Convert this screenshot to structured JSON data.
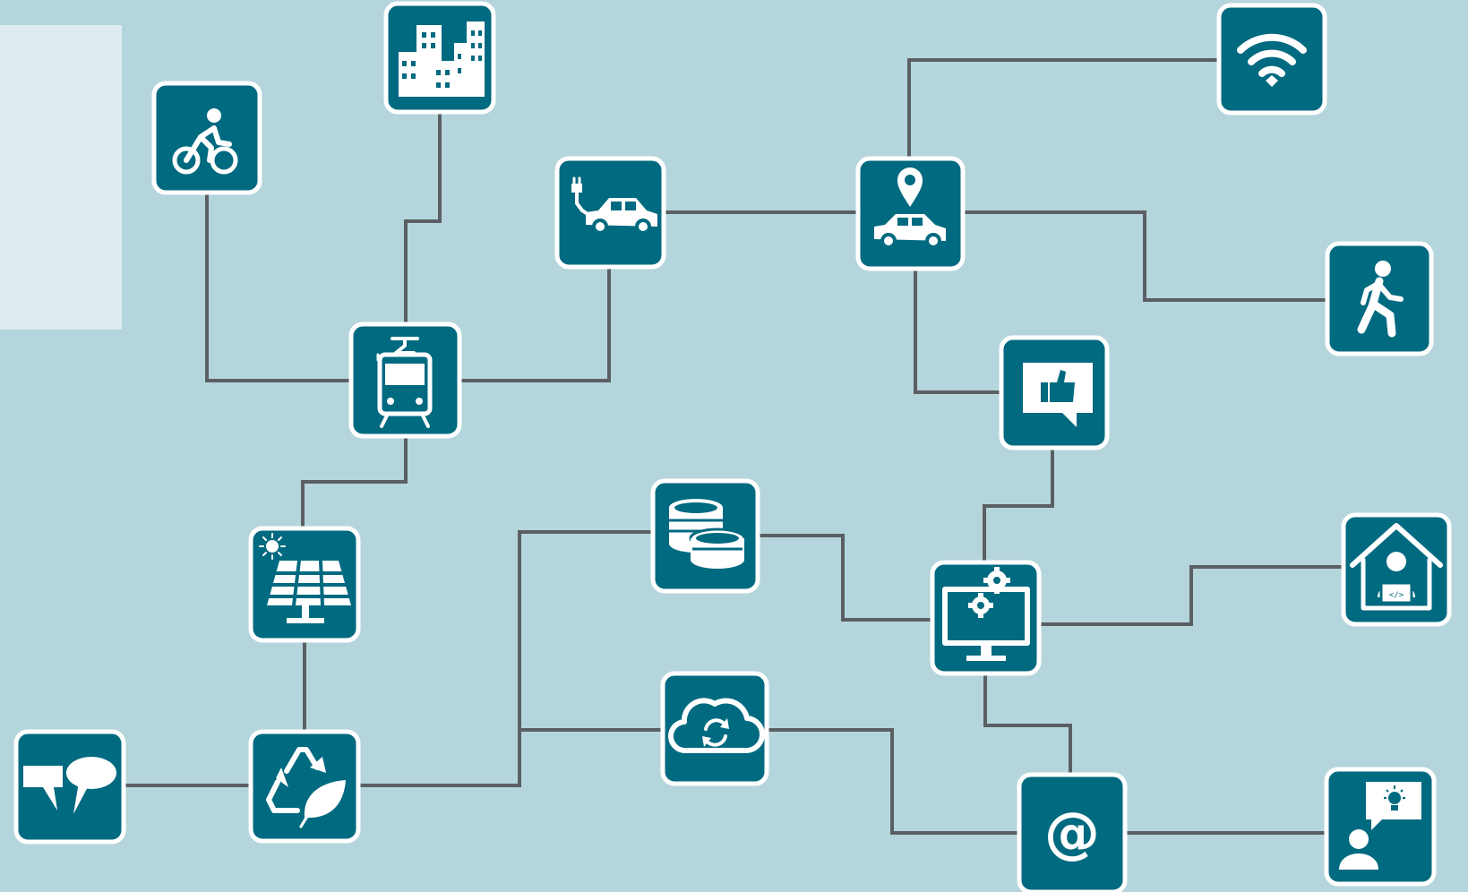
{
  "colors": {
    "background": "#b5d5dc",
    "panel": "#deecf0",
    "tile_fill": "#006a80",
    "tile_border": "#ffffff",
    "connector": "#5a5f63"
  },
  "nodes": [
    {
      "id": "bicycle",
      "icon": "cyclist-icon"
    },
    {
      "id": "buildings",
      "icon": "city-buildings-icon"
    },
    {
      "id": "electric-car",
      "icon": "electric-car-charging-icon"
    },
    {
      "id": "car-location",
      "icon": "car-location-pin-icon"
    },
    {
      "id": "wifi",
      "icon": "wifi-icon"
    },
    {
      "id": "pedestrian",
      "icon": "walking-person-icon"
    },
    {
      "id": "tram",
      "icon": "tram-icon"
    },
    {
      "id": "feedback",
      "icon": "thumbs-up-speech-bubble-icon"
    },
    {
      "id": "solar",
      "icon": "solar-panel-icon"
    },
    {
      "id": "coins",
      "icon": "coins-icon"
    },
    {
      "id": "smart-home",
      "icon": "home-office-icon"
    },
    {
      "id": "computer",
      "icon": "computer-settings-icon"
    },
    {
      "id": "cloud",
      "icon": "cloud-sync-icon"
    },
    {
      "id": "chat",
      "icon": "chat-bubbles-icon"
    },
    {
      "id": "recycle",
      "icon": "recycle-leaf-icon"
    },
    {
      "id": "email",
      "icon": "at-sign-icon",
      "label": "@"
    },
    {
      "id": "idea",
      "icon": "person-idea-icon"
    }
  ],
  "connections": [
    [
      "bicycle",
      "tram"
    ],
    [
      "buildings",
      "tram"
    ],
    [
      "electric-car",
      "tram"
    ],
    [
      "electric-car",
      "car-location"
    ],
    [
      "car-location",
      "wifi"
    ],
    [
      "car-location",
      "pedestrian"
    ],
    [
      "car-location",
      "feedback"
    ],
    [
      "tram",
      "solar"
    ],
    [
      "solar",
      "recycle"
    ],
    [
      "chat",
      "recycle"
    ],
    [
      "recycle",
      "coins"
    ],
    [
      "recycle",
      "cloud"
    ],
    [
      "coins",
      "computer"
    ],
    [
      "feedback",
      "computer"
    ],
    [
      "computer",
      "smart-home"
    ],
    [
      "computer",
      "email"
    ],
    [
      "cloud",
      "email"
    ],
    [
      "email",
      "idea"
    ]
  ]
}
